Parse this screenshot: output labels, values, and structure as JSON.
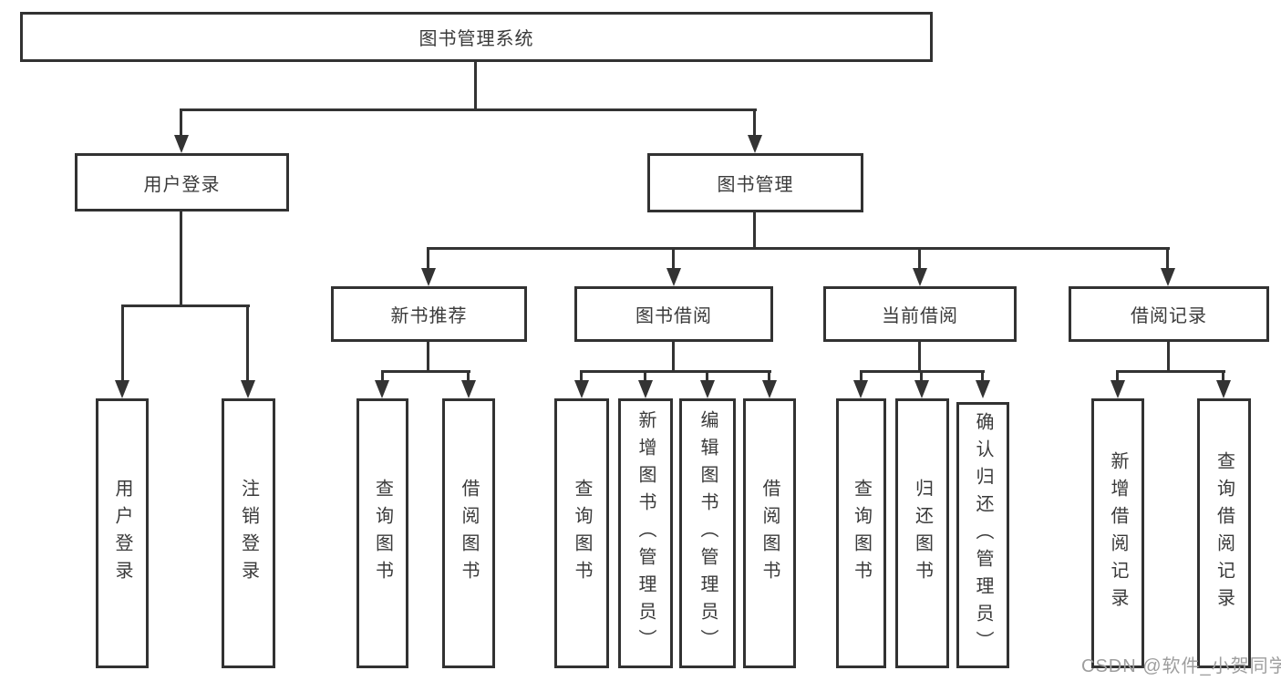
{
  "tree": {
    "root": "图书管理系统",
    "level2": [
      {
        "label": "用户登录",
        "children": [
          "用户登录",
          "注销登录"
        ]
      },
      {
        "label": "图书管理",
        "groups": [
          {
            "label": "新书推荐",
            "children": [
              "查询图书",
              "借阅图书"
            ]
          },
          {
            "label": "图书借阅",
            "children": [
              "查询图书",
              "新增图书（管理员）",
              "编辑图书（管理员）",
              "借阅图书"
            ]
          },
          {
            "label": "当前借阅",
            "children": [
              "查询图书",
              "归还图书",
              "确认归还（管理员）"
            ]
          },
          {
            "label": "借阅记录",
            "children": [
              "新增借阅记录",
              "查询借阅记录"
            ]
          }
        ]
      }
    ]
  },
  "watermark": "CSDN @软件_小贺同学",
  "colors": {
    "line": "#333333",
    "box_border": "#323232",
    "text": "#3a3a3a",
    "watermark_text": "#9e9e9e",
    "background": "#ffffff"
  }
}
